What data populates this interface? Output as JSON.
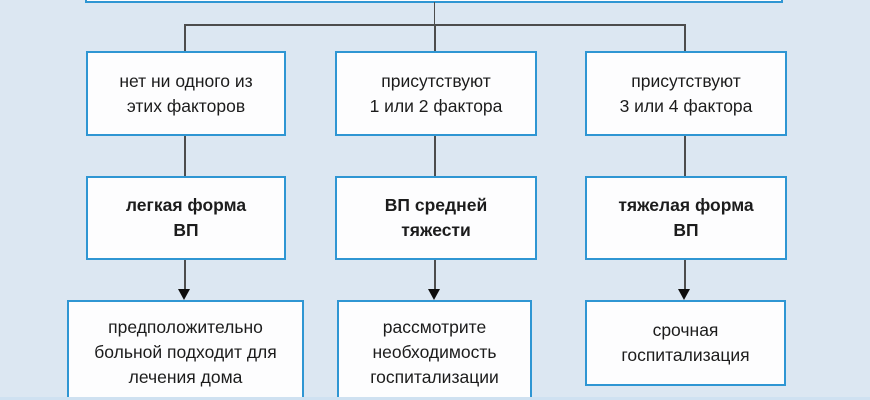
{
  "flowchart": {
    "factors": [
      {
        "lines": [
          "нет ни одного из",
          "этих факторов"
        ]
      },
      {
        "lines": [
          "присутствуют",
          "1 или 2 фактора"
        ]
      },
      {
        "lines": [
          "присутствуют",
          "3 или 4 фактора"
        ]
      }
    ],
    "severity": [
      {
        "lines": [
          "легкая форма",
          "ВП"
        ]
      },
      {
        "lines": [
          "ВП средней",
          "тяжести"
        ]
      },
      {
        "lines": [
          "тяжелая форма",
          "ВП"
        ]
      }
    ],
    "actions": [
      {
        "lines": [
          "предположительно",
          "больной подходит для",
          "лечения дома"
        ]
      },
      {
        "lines": [
          "рассмотрите",
          "необходимость",
          "госпитализации"
        ]
      },
      {
        "lines": [
          "срочная",
          "госпитализация"
        ]
      }
    ],
    "colors": {
      "background": "#dce7f2",
      "box_border": "#2f96d3",
      "box_fill": "#fdfdfe",
      "connector": "#4d4d4d",
      "arrow": "#0d0d0d",
      "text": "#1c1c1c",
      "bottom_strip": "#cfe1f1"
    }
  }
}
